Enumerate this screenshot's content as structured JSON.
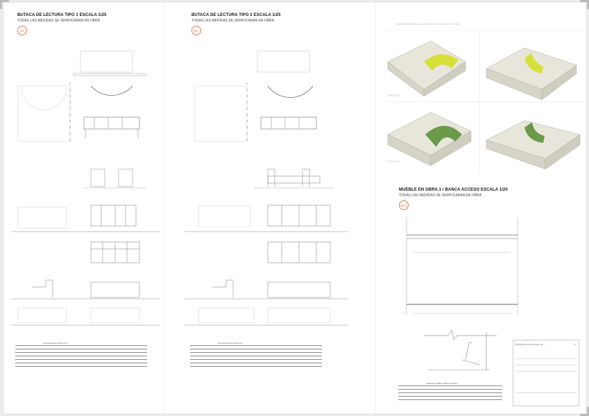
{
  "sheet": {
    "panels": [
      {
        "id": "B1",
        "title": "BUTACA DE LECTURA TIPO 1 ESCALA 1/25",
        "subtitle": "TODAS LAS MEDIDAS SE VERIFICARAN EN OBRA",
        "badge": "B1"
      },
      {
        "id": "B2",
        "title": "BUTACA DE LECTURA TIPO 2 ESCALA 1/25",
        "subtitle": "TODAS LAS MEDIDAS SE VERIFICARAN EN OBRA",
        "badge": "B2"
      },
      {
        "id": "MO1",
        "title": "MUEBLE EN OBRA 1 / BANCA ACCESO ESCALA 1/20",
        "subtitle": "TODAS LAS MEDIDAS SE VERIFICARAN EN OBRA",
        "badge": "MO1"
      }
    ],
    "reference": {
      "header": "IMAGEN REFERENCIAL MUEBLES ZONA DE LECTURA",
      "labels": [
        "BUTACA 2",
        "BUTACA 1"
      ],
      "colors": {
        "body": "#e4e2d6",
        "seat_yellow": "#d8e040",
        "seat_green": "#6a9a4a"
      }
    },
    "spec_tables": {
      "b1": {
        "rows": [
          "BUTACA DE LECTURA TIPO 1",
          "",
          "",
          "",
          "",
          "",
          ""
        ]
      },
      "b2": {
        "rows": [
          "BUTACA DE LECTURA TIPO 2",
          "",
          "",
          "",
          "",
          "",
          ""
        ]
      },
      "mo1": {
        "rows": [
          "MUEBLE EN OBRA / BANCA ACCESO",
          "",
          "",
          "",
          ""
        ]
      }
    },
    "titleblock": {
      "institution": "Biblioteca Nacional de ...",
      "sheet_no": "L1"
    },
    "accent_color": "#e07b5a"
  }
}
